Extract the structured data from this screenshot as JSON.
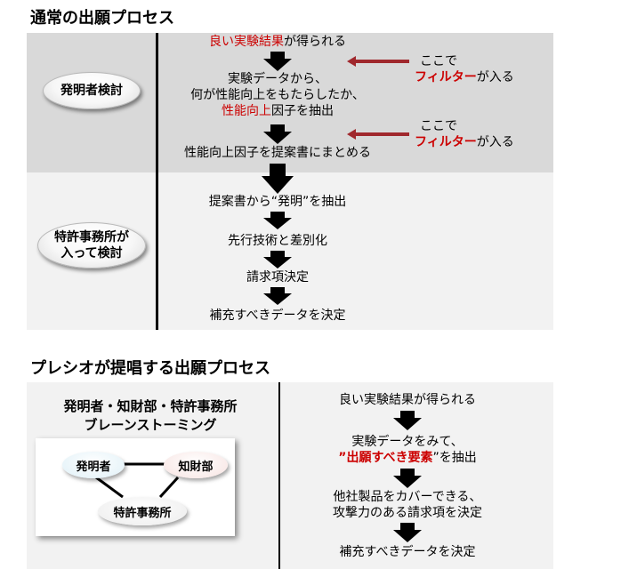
{
  "section1": {
    "title": "通常の出願プロセス",
    "inventor_label": "発明者検討",
    "patent_office_label_1": "特許事務所が",
    "patent_office_label_2": "入って検討",
    "step1_red": "良い実験結果",
    "step1_rest": "が得られる",
    "step2_line1": "実験データから、",
    "step2_line2": "何が性能向上をもたらしたか、",
    "step2_red": "性能向上",
    "step2_rest": "因子を抽出",
    "step3": "性能向上因子を提案書にまとめる",
    "step4": "提案書から“発明”を抽出",
    "step5": "先行技術と差別化",
    "step6": "請求項決定",
    "step7": "補充すべきデータを決定",
    "note_prefix": "ここで",
    "note_filter": "フィルター",
    "note_suffix": "が入る"
  },
  "section2": {
    "title": "プレシオが提唱する出願プロセス",
    "brainstorm_line1": "発明者・知財部・特許事務所",
    "brainstorm_line2": "ブレーンストーミング",
    "node_inventor": "発明者",
    "node_ip_dept": "知財部",
    "node_patent_office": "特許事務所",
    "step1": "良い実験結果が得られる",
    "step2_line1": "実験データをみて、",
    "step2_q1": "”",
    "step2_red": "出願すべき要素",
    "step2_q2": "”を抽出",
    "step3_line1": "他社製品をカバーできる、",
    "step3_line2": "攻撃力のある請求項を決定",
    "step4": "補充すべきデータを決定"
  },
  "colors": {
    "band_dark": "#d9d9d9",
    "band_light": "#f2f2f2",
    "accent_red": "#cc0000",
    "note_arrow": "#a0282d",
    "node_inventor_fill": "#dff0f7",
    "node_ip_fill": "#f7e3e1",
    "node_office_fill": "#f4f4f4"
  }
}
